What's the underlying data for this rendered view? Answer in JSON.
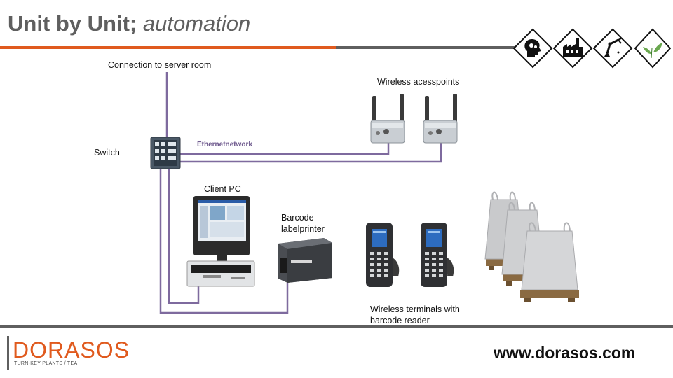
{
  "title": {
    "bold": "Unit by Unit;",
    "italic": "automation"
  },
  "header_icons": [
    "head-gears-icon",
    "factory-icon",
    "robot-arm-icon",
    "tea-leaf-icon"
  ],
  "labels": {
    "server": "Connection  to server  room",
    "access_points": "Wireless acesspoints",
    "switch": "Switch",
    "ethernet": "Ethernetnetwork",
    "client_pc": "Client  PC",
    "printer_line1": "Barcode-",
    "printer_line2": "labelprinter",
    "terminals_line1": "Wireless terminals with",
    "terminals_line2": "barcode reader"
  },
  "footer": {
    "logo": "DORASOS",
    "tagline": "TURN-KEY PLANTS / TEA",
    "url": "www.dorasos.com"
  },
  "colors": {
    "accent": "#e05a1e",
    "network": "#7e6a9e",
    "gray": "#5f5f5f"
  }
}
